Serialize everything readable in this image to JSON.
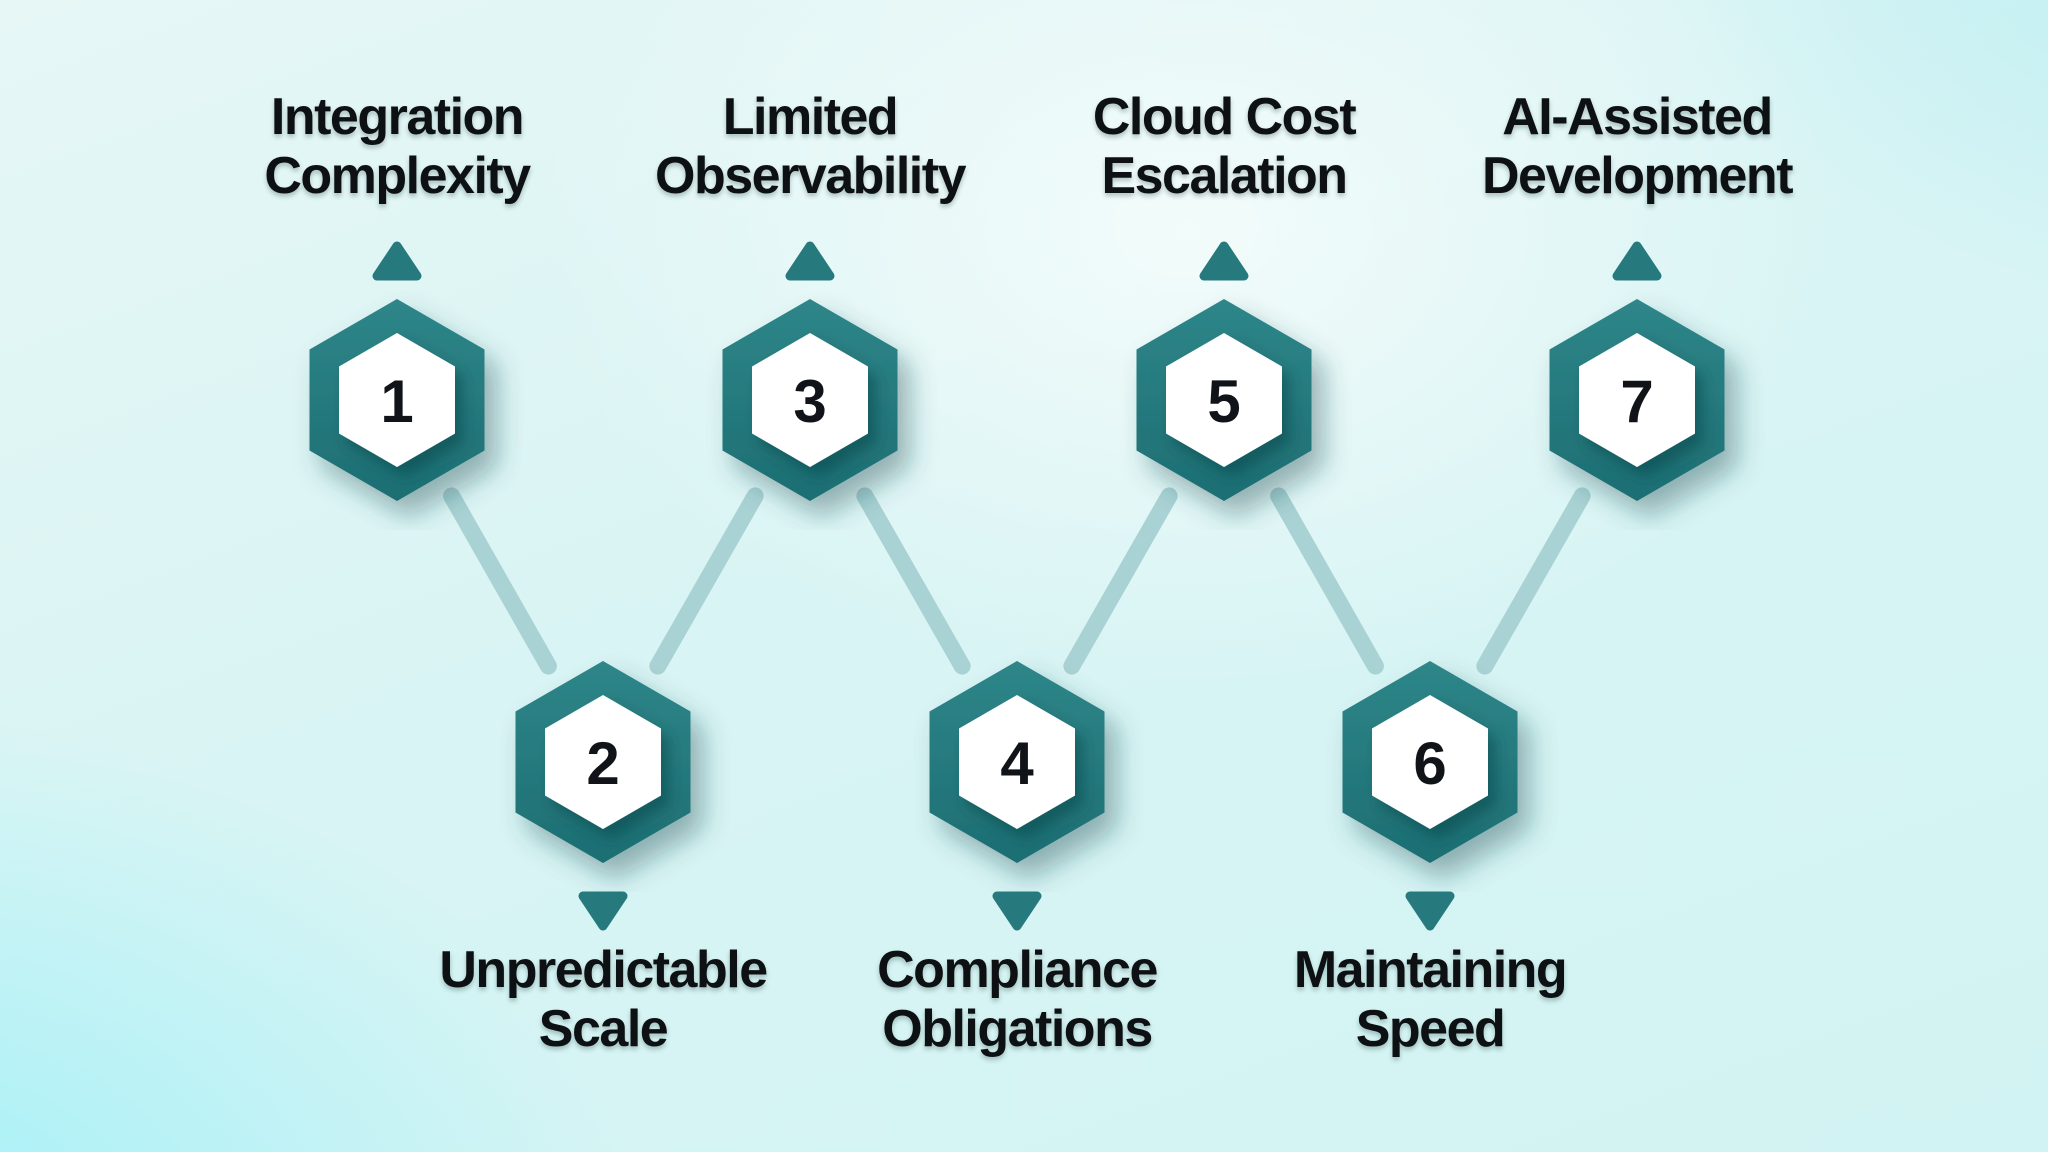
{
  "diagram": {
    "description": "Seven-step zigzag hexagon process diagram",
    "steps": [
      {
        "number": "1",
        "row": "top",
        "label": "Integration Complexity",
        "label_lines": [
          "Integration",
          "Complexity"
        ]
      },
      {
        "number": "2",
        "row": "bottom",
        "label": "Unpredictable Scale",
        "label_lines": [
          "Unpredictable",
          "Scale"
        ]
      },
      {
        "number": "3",
        "row": "top",
        "label": "Limited Observability",
        "label_lines": [
          "Limited",
          "Observability"
        ]
      },
      {
        "number": "4",
        "row": "bottom",
        "label": "Compliance Obligations",
        "label_lines": [
          "Compliance",
          "Obligations"
        ]
      },
      {
        "number": "5",
        "row": "top",
        "label": "Cloud Cost Escalation",
        "label_lines": [
          "Cloud Cost",
          "Escalation"
        ]
      },
      {
        "number": "6",
        "row": "bottom",
        "label": "Maintaining Speed",
        "label_lines": [
          "Maintaining",
          "Speed"
        ]
      },
      {
        "number": "7",
        "row": "top",
        "label": "AI-Assisted Development",
        "label_lines": [
          "AI-Assisted",
          "Development"
        ]
      }
    ],
    "connections": [
      [
        1,
        2
      ],
      [
        2,
        3
      ],
      [
        3,
        4
      ],
      [
        4,
        5
      ],
      [
        5,
        6
      ],
      [
        6,
        7
      ]
    ],
    "icons": {
      "top_pointer": "triangle-up",
      "bottom_pointer": "triangle-down"
    },
    "colors": {
      "hex_ring_light": "#2e8689",
      "hex_ring_dark": "#1c6e72",
      "hex_fill": "#ffffff",
      "arrow": "#26797d",
      "connector": "#a9d2d4",
      "label_text": "#0e1114",
      "number_text": "#101418",
      "background_light": "#edfaf9",
      "background_cyan": "#9df1f8"
    }
  }
}
